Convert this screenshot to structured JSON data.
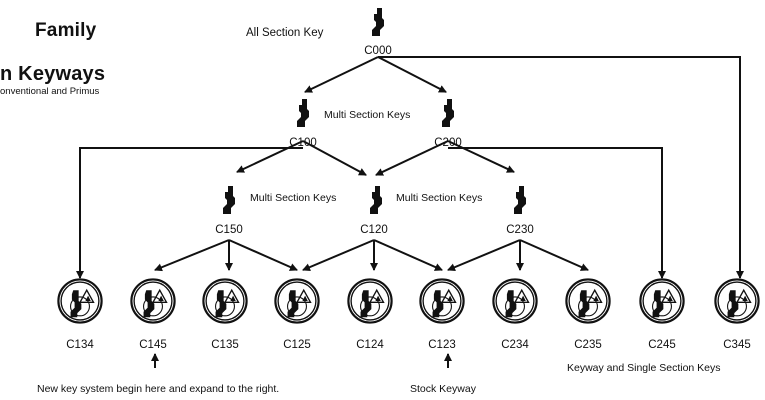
{
  "title": {
    "line1": "Family",
    "line2": "n Keyways",
    "line3": "onventional and Primus"
  },
  "labels": {
    "all_section": "All Section Key",
    "multi_section": "Multi Section Keys",
    "new_system": "New key system begin here and expand to the right.",
    "stock": "Stock Keyway",
    "single_section": "Keyway and Single Section Keys"
  },
  "nodes": {
    "c000": "C000",
    "c100": "C100",
    "c200": "C200",
    "c150": "C150",
    "c120": "C120",
    "c230": "C230"
  },
  "cylinders": [
    "C134",
    "C145",
    "C135",
    "C125",
    "C124",
    "C123",
    "C234",
    "C235",
    "C245",
    "C345"
  ],
  "colors": {
    "ink": "#111111",
    "background": "#ffffff"
  }
}
